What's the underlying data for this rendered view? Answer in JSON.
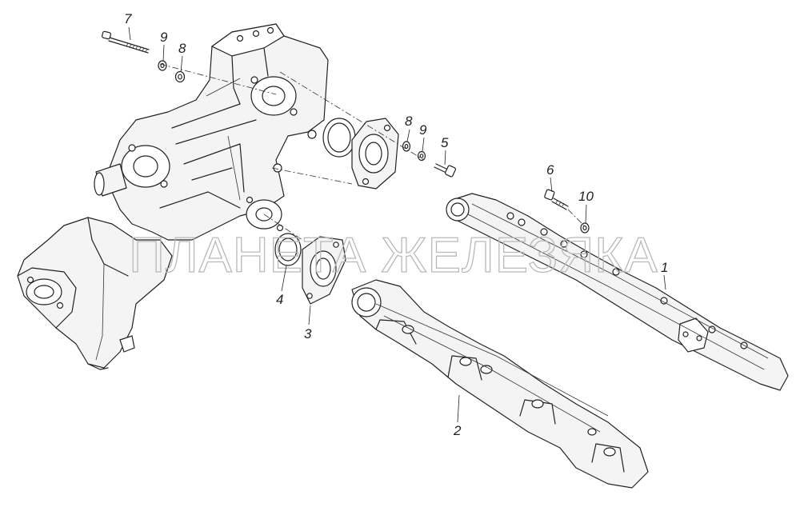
{
  "watermark": "ПЛАНЕТА ЖЕЛЕЗЯКА",
  "callouts": {
    "c1": "1",
    "c2": "2",
    "c3": "3",
    "c4": "4",
    "c5": "5",
    "c6": "6",
    "c7": "7",
    "c8a": "8",
    "c8b": "8",
    "c9a": "9",
    "c9b": "9",
    "c10": "10"
  },
  "colors": {
    "line": "#222222",
    "watermark": "#b9b9b9",
    "background": "#ffffff"
  }
}
